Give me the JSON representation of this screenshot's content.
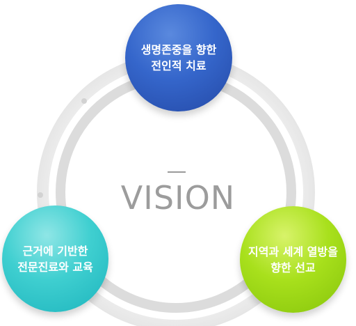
{
  "center": {
    "title": "VISION"
  },
  "nodes": [
    {
      "id": "top",
      "lines": [
        "생명존중을 향한",
        "전인적 치료"
      ],
      "color": "#3566cb"
    },
    {
      "id": "left",
      "lines": [
        "근거에 기반한",
        "전문진료와 교육"
      ],
      "color": "#3fcfd0"
    },
    {
      "id": "right",
      "lines": [
        "지역과 세계 열방을",
        "향한 선교"
      ],
      "color": "#a8e01c"
    }
  ],
  "colors": {
    "ring_outer": "#f1f1f1",
    "ring_inner": "#dedede",
    "title": "#9c9c9c",
    "accent_dot": "#cfcfcf"
  }
}
